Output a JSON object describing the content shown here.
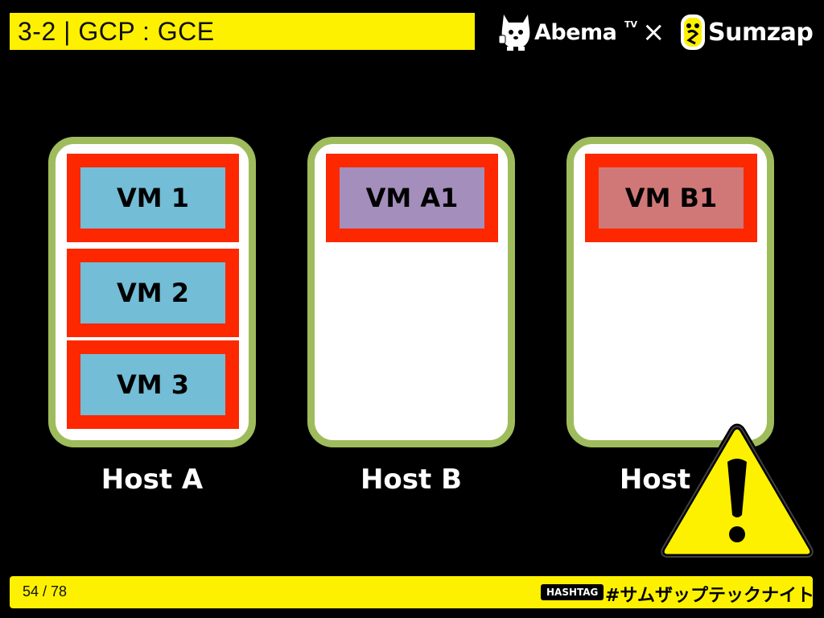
{
  "slide": {
    "title": "3-2 | GCP : GCE",
    "page_indicator": "54 / 78"
  },
  "logos": {
    "abema": "Abema",
    "abema_tv": "TV",
    "times": "×",
    "sumzap": "Sumzap"
  },
  "hosts": [
    {
      "label": "Host A",
      "vms": [
        "VM 1",
        "VM 2",
        "VM 3"
      ]
    },
    {
      "label": "Host B",
      "vms": [
        "VM A1"
      ]
    },
    {
      "label": "Host",
      "vms": [
        "VM B1"
      ]
    }
  ],
  "footer": {
    "badge": "HASHTAG",
    "hashtag": "#サムザップテックナイト"
  },
  "colors": {
    "title_bar": "#fef100",
    "host_border": "#9fbc5d",
    "vm_border": "#fd2800",
    "vm_blue": "#73bdd6",
    "vm_purple": "#a48ebb",
    "vm_rose": "#d07877",
    "warning_fill": "#fef100"
  },
  "icons": {
    "warning": "warning-triangle-icon",
    "abema_mascot": "abema-mascot-icon",
    "sumzap_mascot": "sumzap-mascot-icon"
  }
}
